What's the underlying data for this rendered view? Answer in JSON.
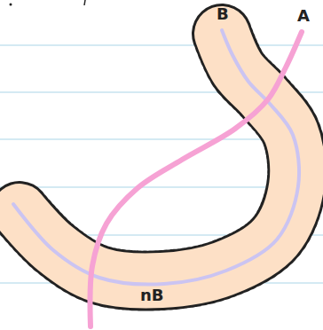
{
  "diagram": {
    "nodes": [
      {
        "text": [
          "nB"
        ]
      }
    ],
    "labels": [
      "B",
      "A"
    ]
  }
}
